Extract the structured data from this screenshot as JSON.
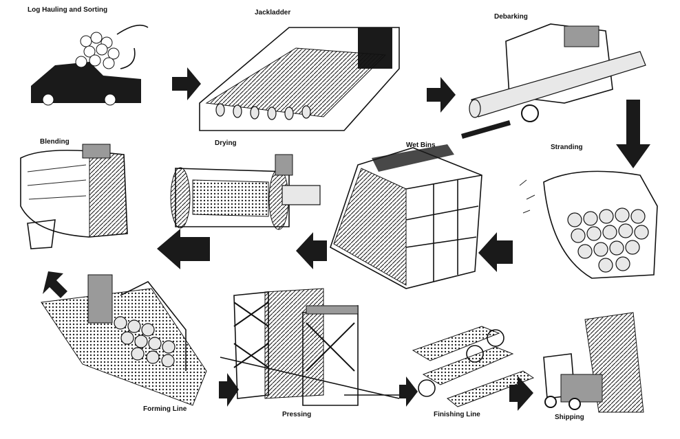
{
  "title": "Oriented strand board manufacturing process",
  "stages": {
    "log_hauling": "Log Hauling and Sorting",
    "jackladder": "Jackladder",
    "debarking": "Debarking",
    "stranding": "Stranding",
    "wet_bins": "Wet Bins",
    "drying": "Drying",
    "blending": "Blending",
    "forming_line": "Forming Line",
    "pressing": "Pressing",
    "finishing_line": "Finishing Line",
    "shipping": "Shipping"
  },
  "colors": {
    "ink": "#111111",
    "background": "#ffffff"
  }
}
